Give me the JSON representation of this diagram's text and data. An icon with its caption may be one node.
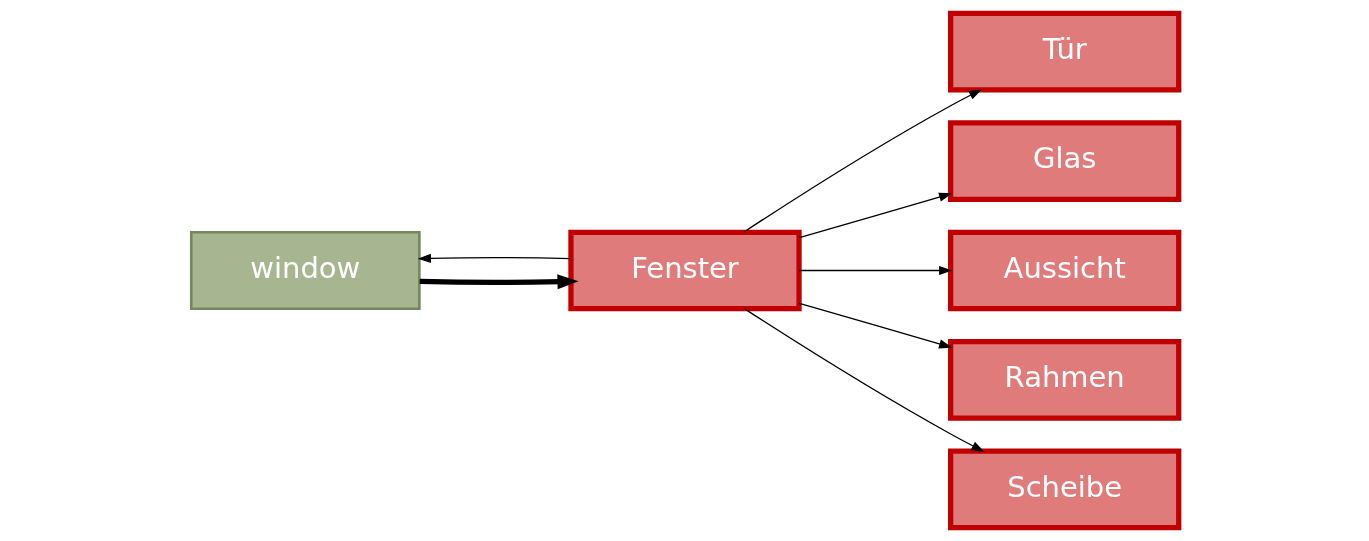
{
  "diagram": {
    "nodes": [
      {
        "text": [
          "window"
        ]
      },
      {
        "text": [
          "Fenster"
        ]
      },
      {
        "text": [
          "Tür"
        ]
      },
      {
        "text": [
          "Glas"
        ]
      },
      {
        "text": [
          "Aussicht"
        ]
      },
      {
        "text": [
          "Rahmen"
        ]
      },
      {
        "text": [
          "Scheibe"
        ]
      }
    ],
    "edges": [
      {
        "from": 1,
        "to": 0,
        "arrow": "to"
      },
      {
        "from": 0,
        "to": 1,
        "arrow": "to",
        "style": "thick"
      },
      {
        "from": 1,
        "to": 2,
        "arrow": "to"
      },
      {
        "from": 1,
        "to": 3,
        "arrow": "to"
      },
      {
        "from": 1,
        "to": 4,
        "arrow": "to"
      },
      {
        "from": 1,
        "to": 5,
        "arrow": "to"
      },
      {
        "from": 1,
        "to": 6,
        "arrow": "to"
      }
    ]
  }
}
